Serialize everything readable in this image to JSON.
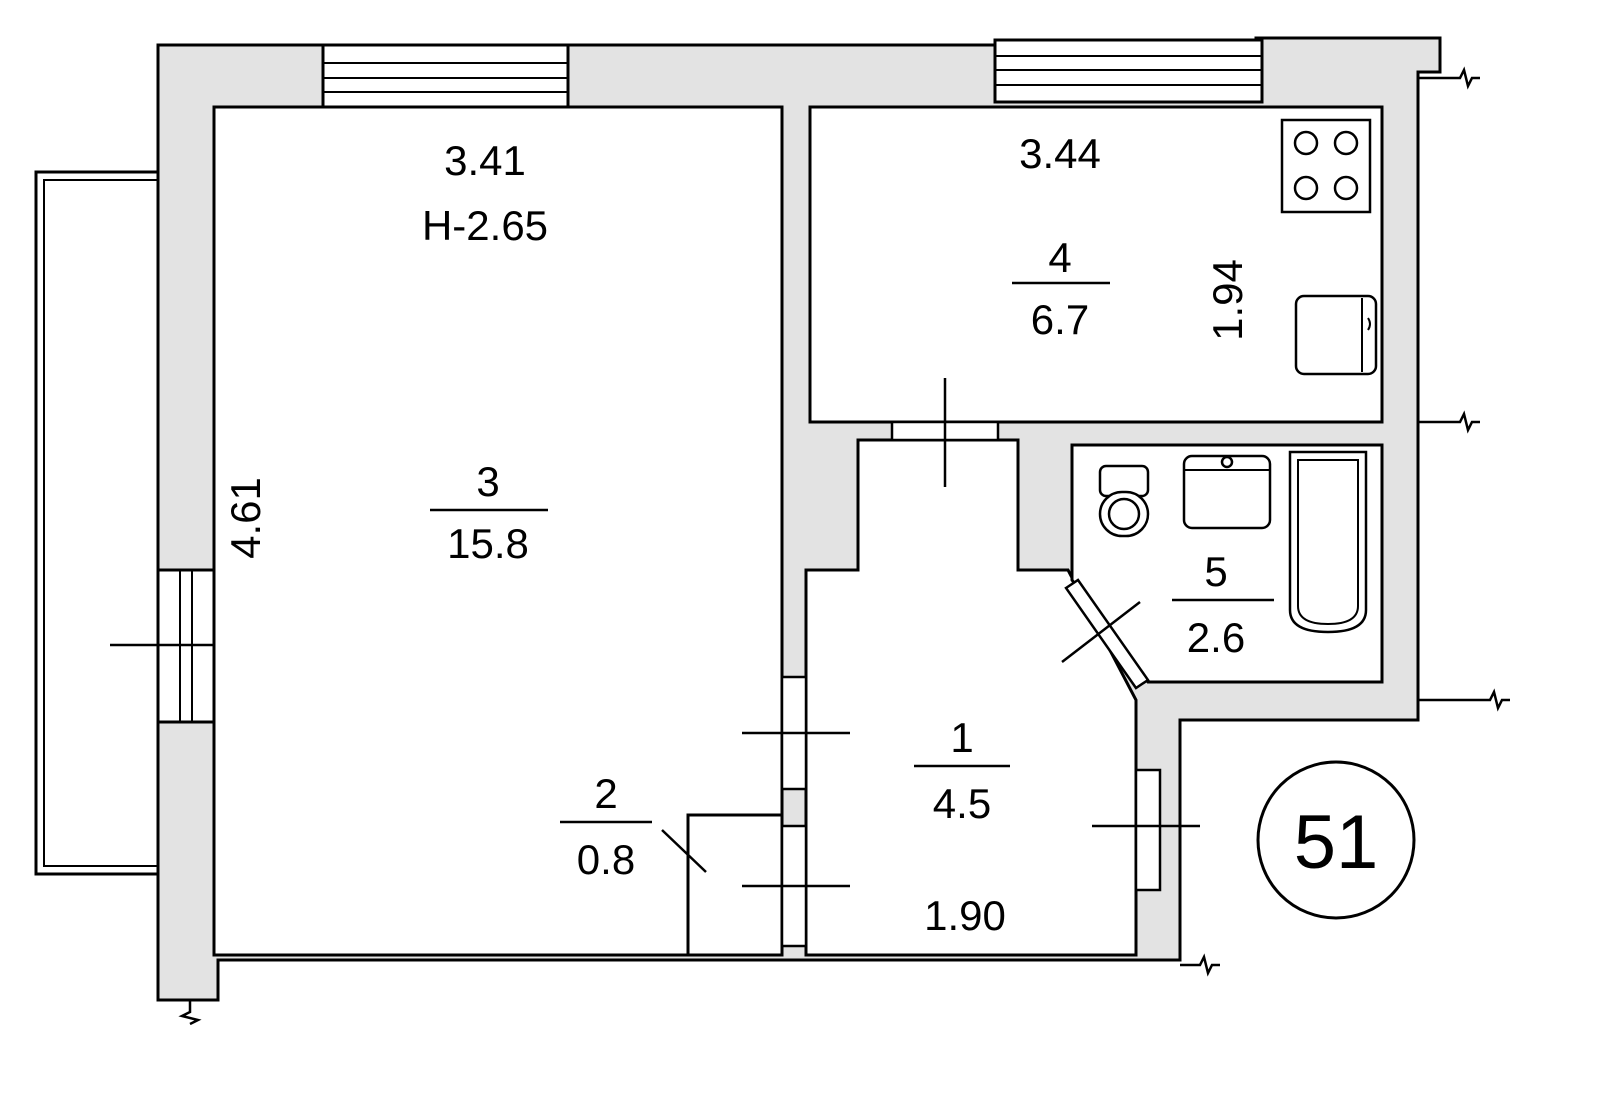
{
  "plan": {
    "ceiling_height": "H-2.65",
    "apartment_number": "51",
    "dimensions": {
      "room3_width": "3.41",
      "room3_length": "4.61",
      "room4_width": "3.44",
      "room4_length": "1.94",
      "room1_width": "1.90"
    },
    "rooms": [
      {
        "number": "1",
        "area": "4.5"
      },
      {
        "number": "2",
        "area": "0.8"
      },
      {
        "number": "3",
        "area": "15.8"
      },
      {
        "number": "4",
        "area": "6.7"
      },
      {
        "number": "5",
        "area": "2.6"
      }
    ]
  }
}
